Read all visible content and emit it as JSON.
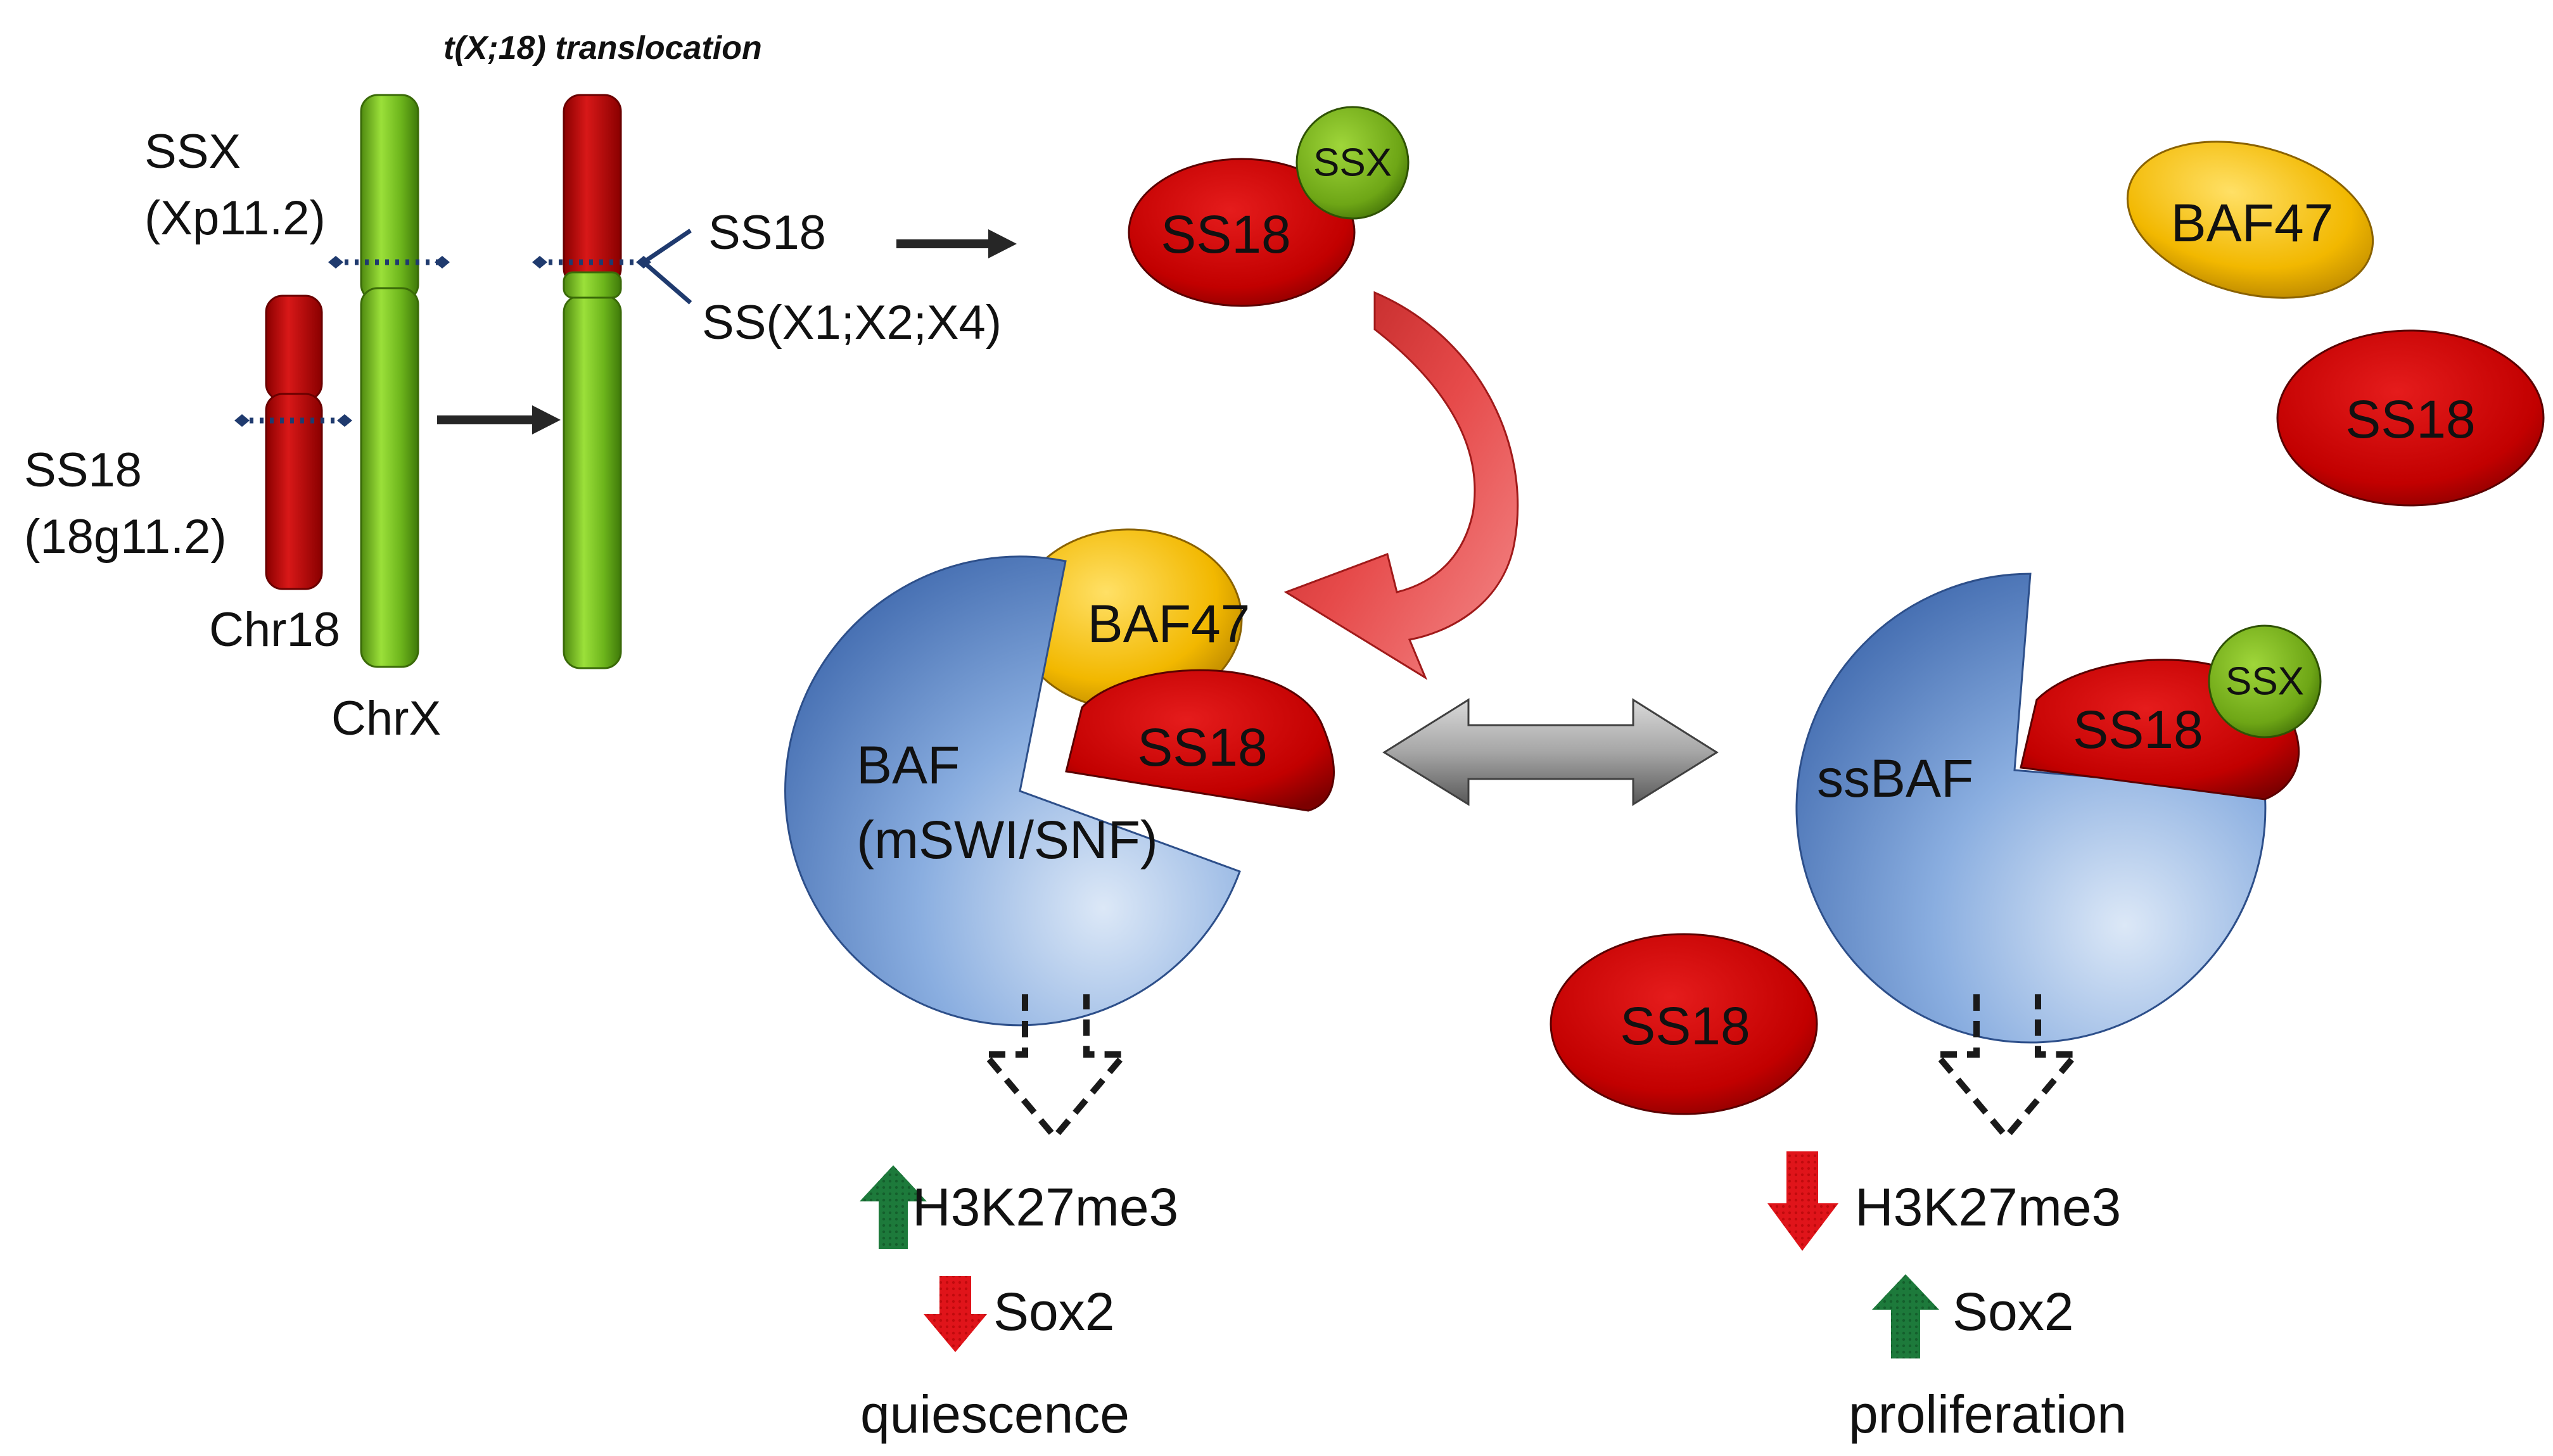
{
  "labels": {
    "translocation_title": "t(X;18) translocation",
    "ssx_gene": "SSX",
    "ssx_locus": "(Xp11.2)",
    "ss18_gene": "SS18",
    "ss18_locus": "(18g11.2)",
    "chr18": "Chr18",
    "chrx": "ChrX",
    "breakpoint_ss18": "SS18",
    "breakpoint_ssx": "SS(X1;X2;X4)"
  },
  "proteins": {
    "fusion_ss18": "SS18",
    "fusion_ssx": "SSX",
    "free_baf47": "BAF47",
    "free_ss18_top": "SS18",
    "free_ss18_bottom": "SS18"
  },
  "complexes": {
    "baf_line1": "BAF",
    "baf_line2": "(mSWI/SNF)",
    "baf_baf47": "BAF47",
    "baf_ss18": "SS18",
    "ssbaf": "ssBAF",
    "ssbaf_ss18": "SS18",
    "ssbaf_ssx": "SSX"
  },
  "outcomes": {
    "left": {
      "mark": "H3K27me3",
      "mark_direction": "up",
      "gene": "Sox2",
      "gene_direction": "down",
      "state": "quiescence"
    },
    "right": {
      "mark": "H3K27me3",
      "mark_direction": "down",
      "gene": "Sox2",
      "gene_direction": "up",
      "state": "proliferation"
    }
  },
  "colors": {
    "chrx_green": "#77c11d",
    "chr18_red": "#c00000",
    "protein_red": "#c00000",
    "ssx_green": "#7ab317",
    "baf47_yellow": "#f2b800",
    "complex_blue": "#5b84c4",
    "up_arrow": "#1d7a3b",
    "down_arrow": "#e0141a",
    "dotted_line": "#1f3a6e"
  },
  "icons": {
    "curved_arrow": "curved-arrow-icon",
    "double_arrow": "double-arrow-icon",
    "up_arrow": "arrow-up-icon",
    "down_arrow": "arrow-down-icon"
  }
}
